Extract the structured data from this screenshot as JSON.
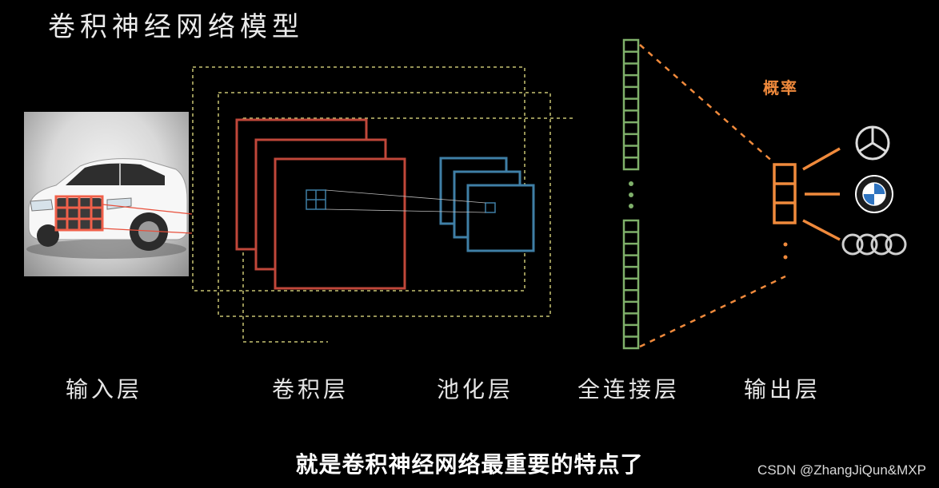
{
  "title": "卷积神经网络模型",
  "layers": {
    "input": "输入层",
    "conv": "卷积层",
    "pool": "池化层",
    "fc": "全连接层",
    "output": "输出层"
  },
  "probability_label": "概率",
  "subtitle": "就是卷积神经网络最重要的特点了",
  "watermark": "CSDN @ZhangJiQun&MXP",
  "output_classes": [
    "mercedes-logo-icon",
    "bmw-logo-icon",
    "audi-logo-icon"
  ],
  "colors": {
    "conv": "#c0473a",
    "pool": "#3f7fa6",
    "fc": "#7fb06a",
    "output": "#f08a3c",
    "dashed_box": "#c8c472",
    "filter": "#f0604a"
  }
}
